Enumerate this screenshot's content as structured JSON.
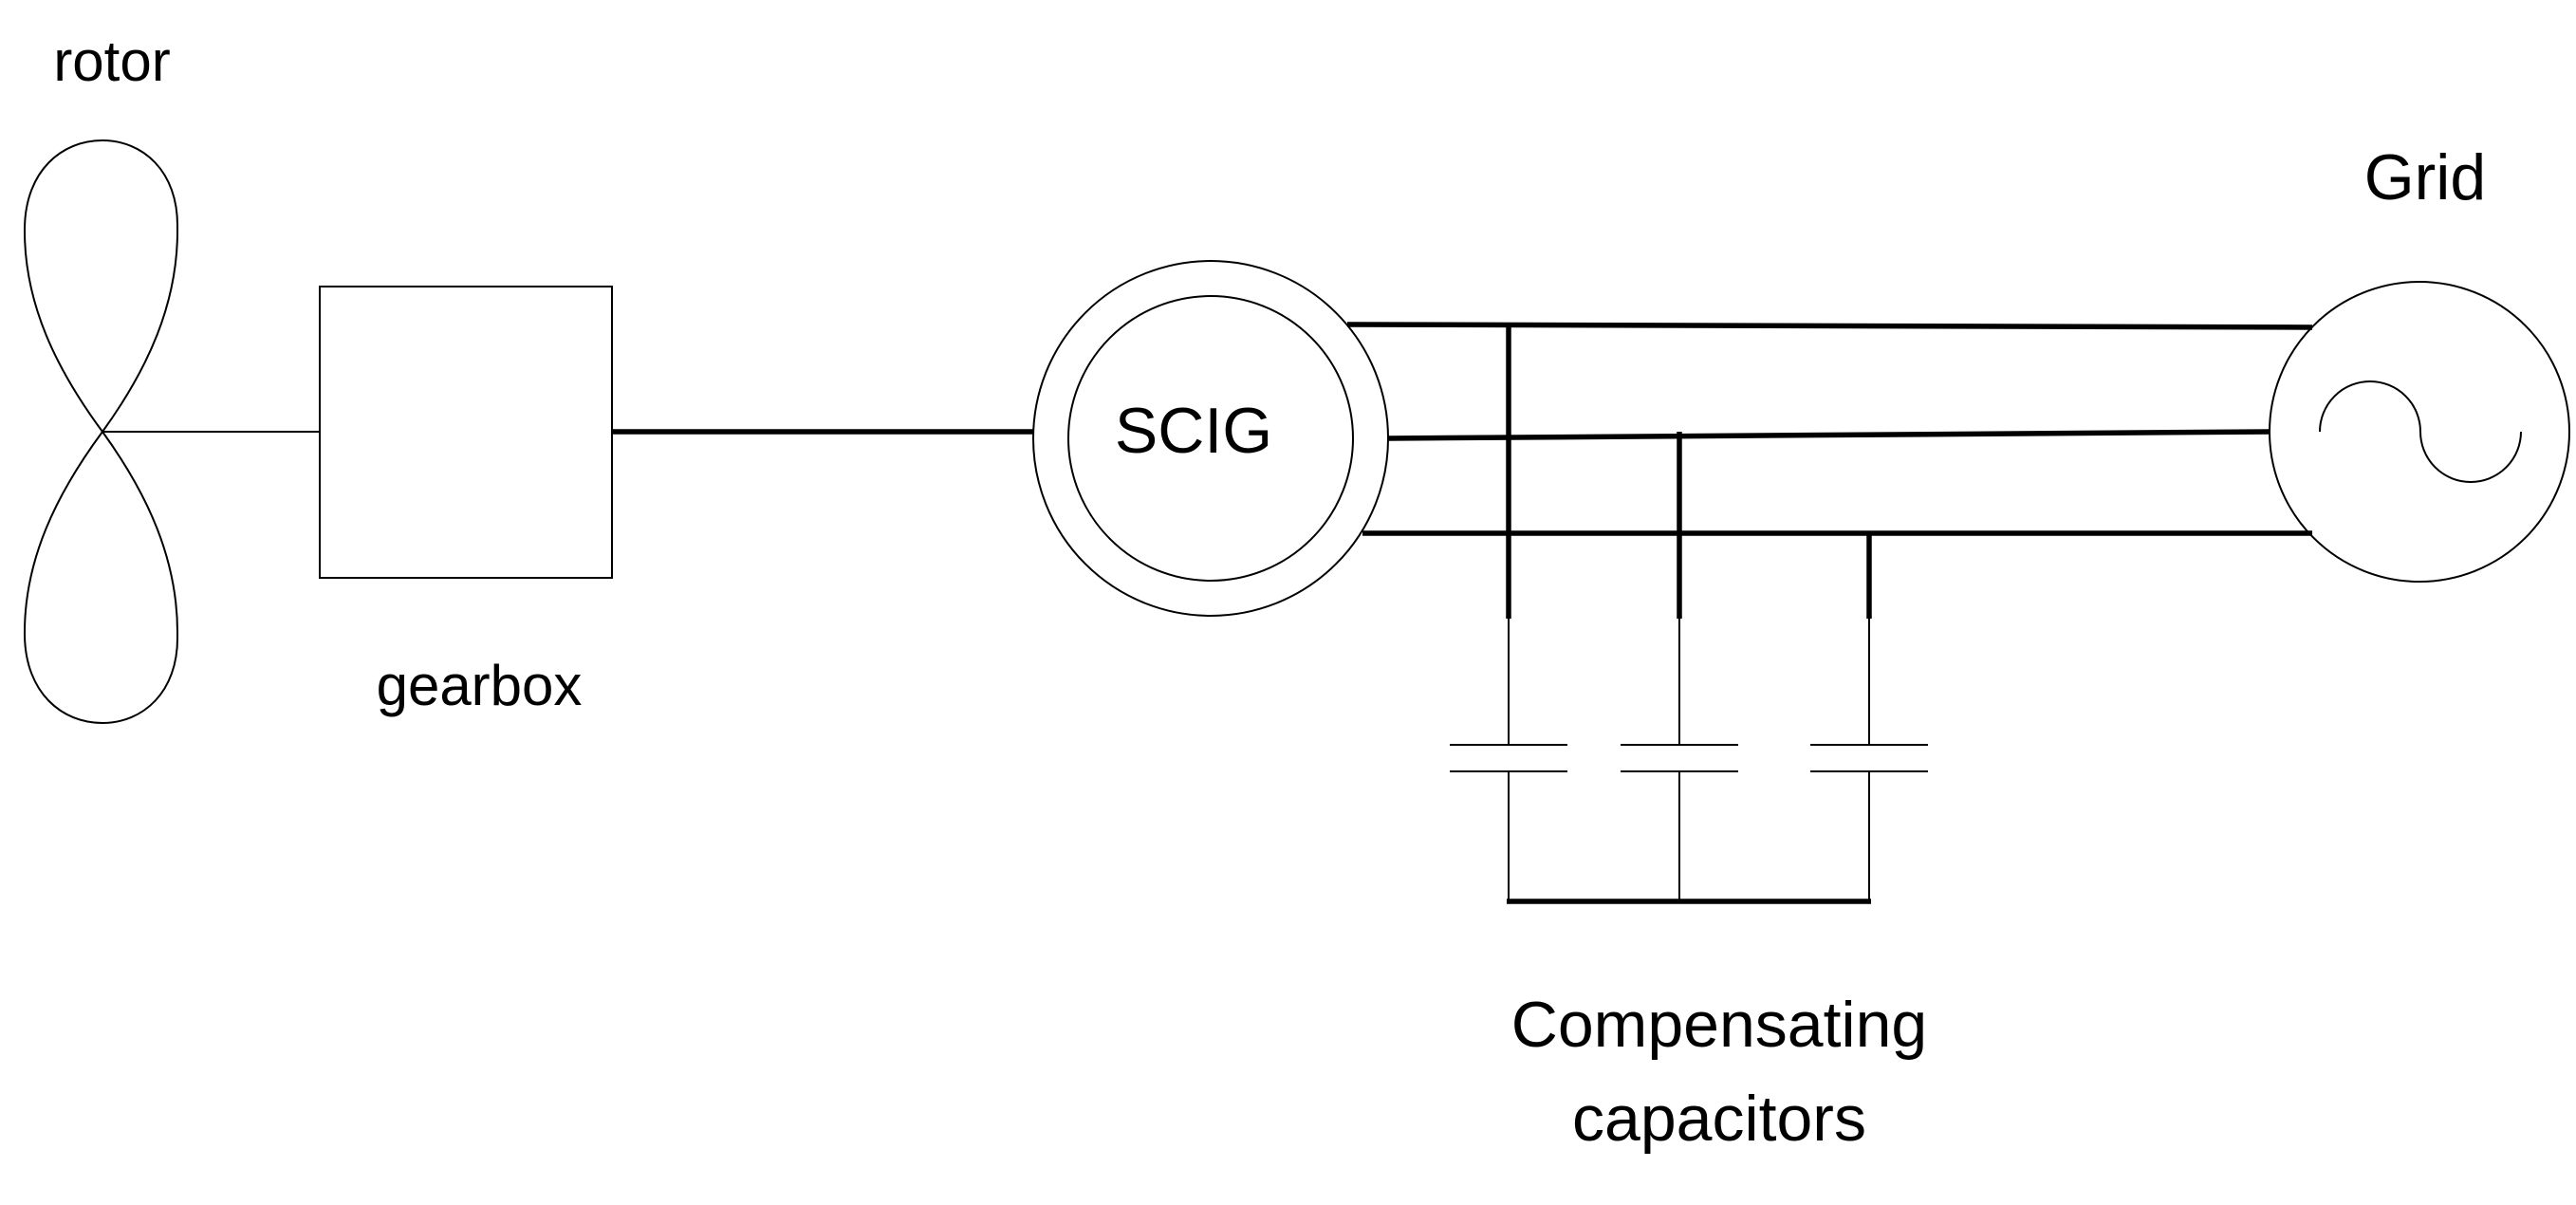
{
  "labels": {
    "rotor": "rotor",
    "gearbox": "gearbox",
    "generator": "SCIG",
    "grid": "Grid",
    "capacitors_line1": "Compensating",
    "capacitors_line2": "capacitors"
  },
  "colors": {
    "line": "#000000",
    "background": "#ffffff"
  }
}
